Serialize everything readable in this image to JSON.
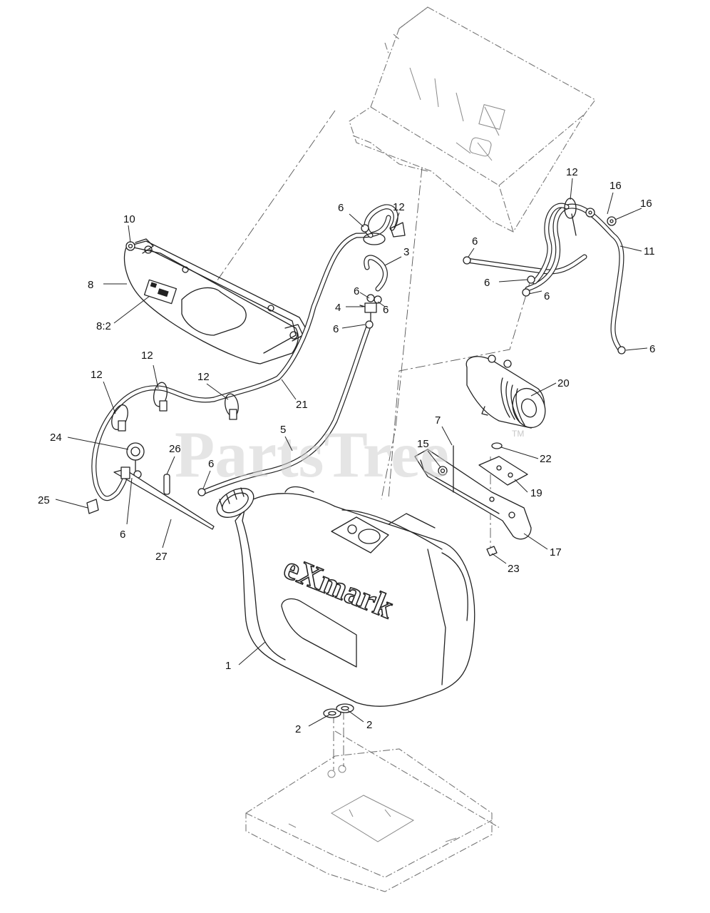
{
  "watermark": {
    "text": "PartsTree",
    "tm": "TM"
  },
  "logo": {
    "text": "eXmark"
  },
  "callouts": [
    {
      "id": "c10",
      "label": "10"
    },
    {
      "id": "c8",
      "label": "8"
    },
    {
      "id": "c8-2",
      "label": "8:2"
    },
    {
      "id": "c6-top",
      "label": "6"
    },
    {
      "id": "c12-top",
      "label": "12"
    },
    {
      "id": "c3",
      "label": "3"
    },
    {
      "id": "c6-a",
      "label": "6"
    },
    {
      "id": "c4",
      "label": "4"
    },
    {
      "id": "c6-b",
      "label": "6"
    },
    {
      "id": "c6-c",
      "label": "6"
    },
    {
      "id": "c12-r",
      "label": "12"
    },
    {
      "id": "c16-a",
      "label": "16"
    },
    {
      "id": "c16-b",
      "label": "16"
    },
    {
      "id": "c11",
      "label": "11"
    },
    {
      "id": "c6-r1",
      "label": "6"
    },
    {
      "id": "c6-r2",
      "label": "6"
    },
    {
      "id": "c6-r3",
      "label": "6"
    },
    {
      "id": "c6-r4",
      "label": "6"
    },
    {
      "id": "c12-l1",
      "label": "12"
    },
    {
      "id": "c12-l2",
      "label": "12"
    },
    {
      "id": "c12-l3",
      "label": "12"
    },
    {
      "id": "c21",
      "label": "21"
    },
    {
      "id": "c20",
      "label": "20"
    },
    {
      "id": "c7",
      "label": "7"
    },
    {
      "id": "c5",
      "label": "5"
    },
    {
      "id": "c24",
      "label": "24"
    },
    {
      "id": "c26",
      "label": "26"
    },
    {
      "id": "c15",
      "label": "15"
    },
    {
      "id": "c22",
      "label": "22"
    },
    {
      "id": "c6-l",
      "label": "6"
    },
    {
      "id": "c19",
      "label": "19"
    },
    {
      "id": "c25",
      "label": "25"
    },
    {
      "id": "c6-l2",
      "label": "6"
    },
    {
      "id": "c27",
      "label": "27"
    },
    {
      "id": "c17",
      "label": "17"
    },
    {
      "id": "c23",
      "label": "23"
    },
    {
      "id": "c1",
      "label": "1"
    },
    {
      "id": "c2-a",
      "label": "2"
    },
    {
      "id": "c2-b",
      "label": "2"
    }
  ]
}
